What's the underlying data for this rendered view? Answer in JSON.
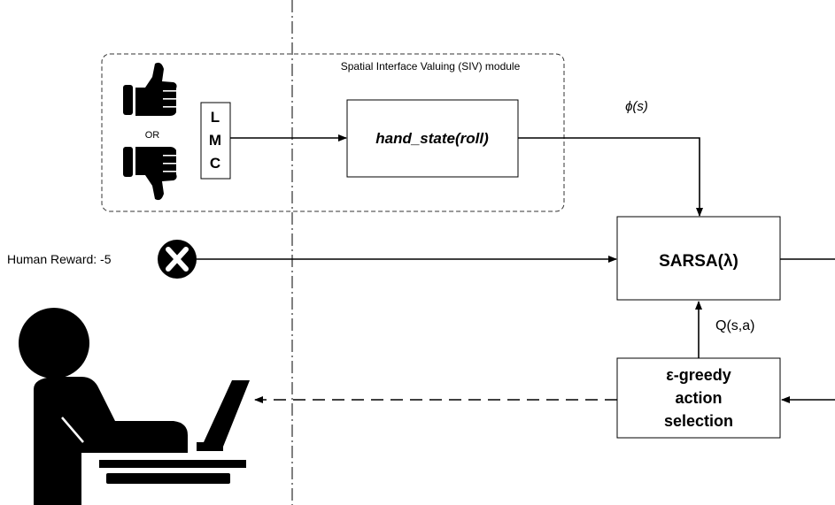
{
  "module": {
    "title": "Spatial Interface Valuing (SIV) module"
  },
  "feedback": {
    "thumbs_up_icon": "thumbs-up",
    "thumbs_down_icon": "thumbs-down",
    "or_label": "OR"
  },
  "lmc": {
    "letters": [
      "L",
      "M",
      "C"
    ]
  },
  "hand_state": {
    "label": "hand_state(roll)"
  },
  "features": {
    "label": "ϕ(s)"
  },
  "reward": {
    "label": "Human Reward: -5",
    "icon": "x-circle"
  },
  "sarsa": {
    "label": "SARSA(λ)"
  },
  "q_values": {
    "label": "Q(s,a)"
  },
  "action_selection": {
    "lines": [
      "ε-greedy",
      "action",
      "selection"
    ]
  },
  "user": {
    "icon": "person-at-laptop"
  },
  "colors": {
    "stroke": "#000000",
    "background": "#ffffff",
    "dashed_border": "#333333"
  }
}
